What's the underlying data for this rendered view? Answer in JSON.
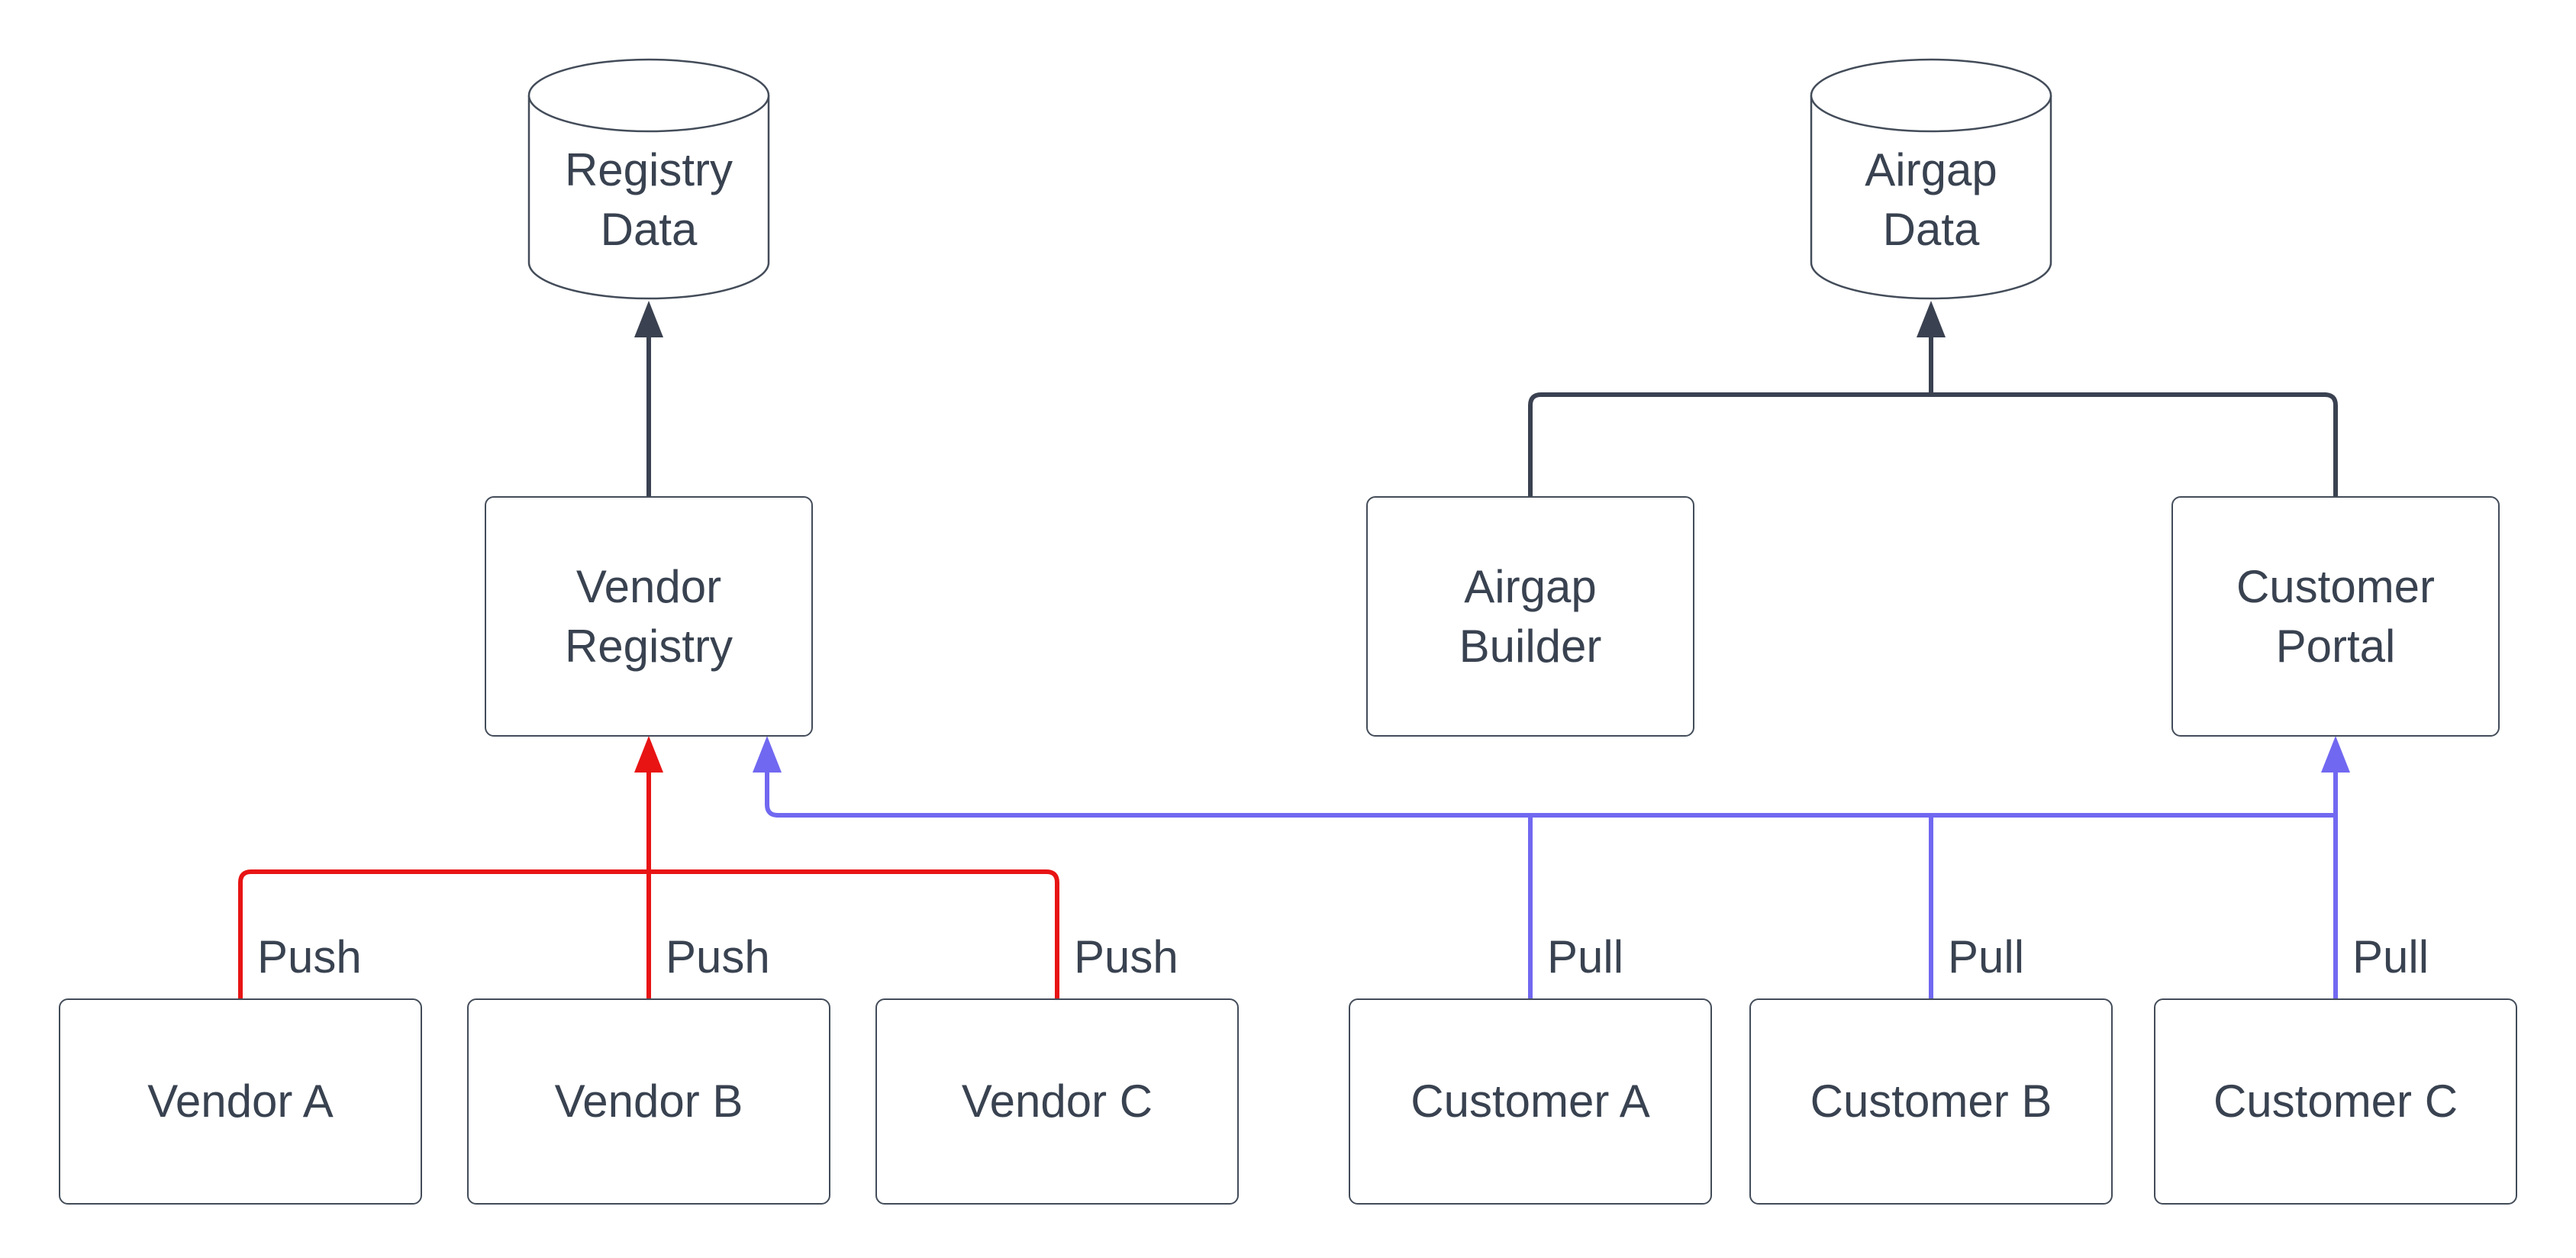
{
  "diagram": {
    "type": "flowchart",
    "background": "#ffffff",
    "colors": {
      "node_stroke": "#434c59",
      "text": "#394250",
      "flow_arrow": "#3a4150",
      "push_arrow": "#e81414",
      "pull_arrow": "#7168f1"
    },
    "nodes": {
      "registry_data": {
        "label": "Registry\nData",
        "shape": "cylinder"
      },
      "airgap_data": {
        "label": "Airgap\nData",
        "shape": "cylinder"
      },
      "vendor_registry": {
        "label": "Vendor\nRegistry",
        "shape": "rectangle"
      },
      "airgap_builder": {
        "label": "Airgap\nBuilder",
        "shape": "rectangle"
      },
      "customer_portal": {
        "label": "Customer\nPortal",
        "shape": "rectangle"
      },
      "vendor_a": {
        "label": "Vendor A",
        "shape": "rectangle"
      },
      "vendor_b": {
        "label": "Vendor B",
        "shape": "rectangle"
      },
      "vendor_c": {
        "label": "Vendor C",
        "shape": "rectangle"
      },
      "customer_a": {
        "label": "Customer A",
        "shape": "rectangle"
      },
      "customer_b": {
        "label": "Customer B",
        "shape": "rectangle"
      },
      "customer_c": {
        "label": "Customer C",
        "shape": "rectangle"
      }
    },
    "edges": {
      "push_labels": [
        "Push",
        "Push",
        "Push"
      ],
      "pull_labels": [
        "Pull",
        "Pull",
        "Pull"
      ],
      "connections": [
        "vendor_registry -> registry_data",
        "airgap_builder -> airgap_data",
        "customer_portal -> airgap_data",
        "vendor_a -> vendor_registry (Push)",
        "vendor_b -> vendor_registry (Push)",
        "vendor_c -> vendor_registry (Push)",
        "customer_a -> vendor_registry (Pull)",
        "customer_b -> vendor_registry (Pull)",
        "customer_c -> vendor_registry (Pull)",
        "customer_c -> customer_portal (Pull)"
      ]
    }
  }
}
